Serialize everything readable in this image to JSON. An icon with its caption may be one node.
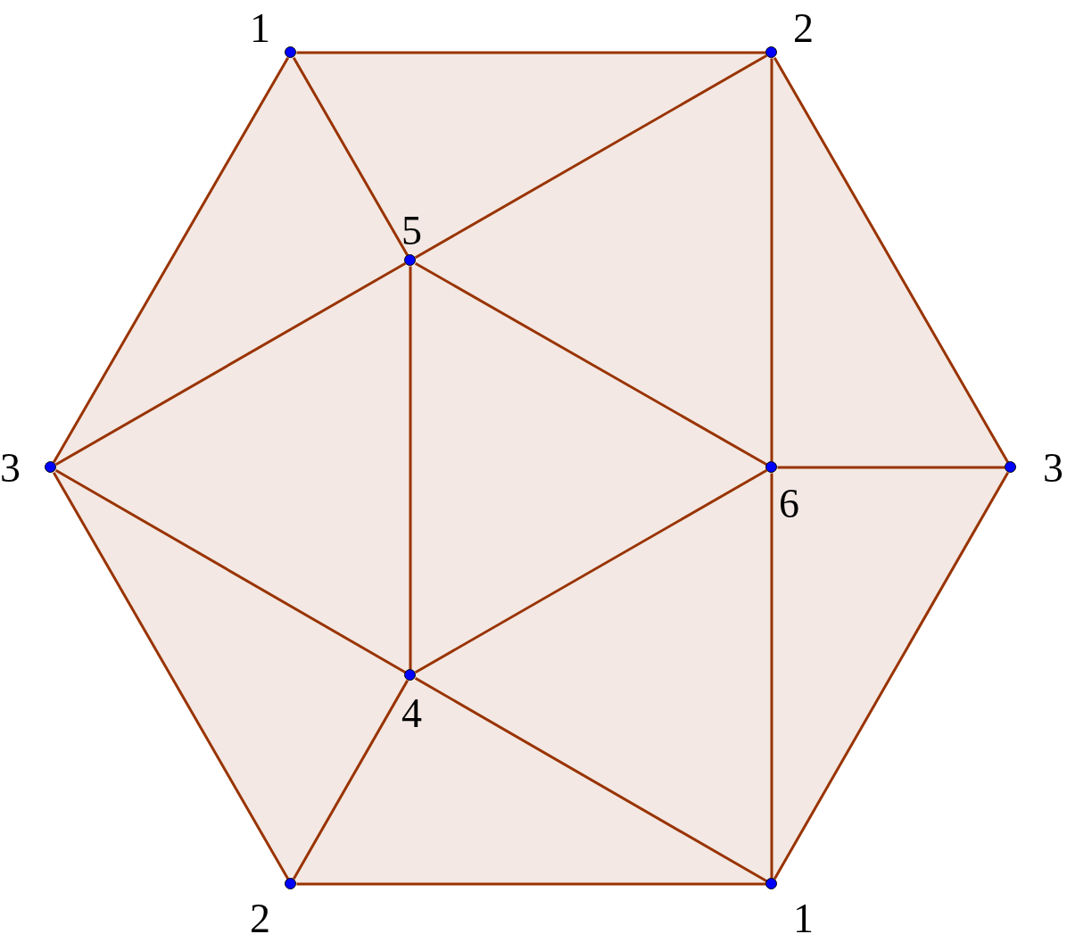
{
  "diagram": {
    "nodes": [
      {
        "text": [
          "1"
        ]
      },
      {
        "text": [
          "2"
        ]
      },
      {
        "text": [
          "3"
        ]
      },
      {
        "text": [
          "5"
        ]
      },
      {
        "text": [
          "6"
        ]
      },
      {
        "text": [
          "3"
        ]
      },
      {
        "text": [
          "4"
        ]
      },
      {
        "text": [
          "2"
        ]
      },
      {
        "text": [
          "1"
        ]
      }
    ],
    "edges": [
      {
        "from": 0,
        "to": 1,
        "arrow": "none"
      },
      {
        "from": 1,
        "to": 5,
        "arrow": "none"
      },
      {
        "from": 5,
        "to": 8,
        "arrow": "none"
      },
      {
        "from": 8,
        "to": 7,
        "arrow": "none"
      },
      {
        "from": 7,
        "to": 2,
        "arrow": "none"
      },
      {
        "from": 2,
        "to": 0,
        "arrow": "none"
      },
      {
        "from": 0,
        "to": 3,
        "arrow": "none"
      },
      {
        "from": 1,
        "to": 3,
        "arrow": "none"
      },
      {
        "from": 1,
        "to": 4,
        "arrow": "none"
      },
      {
        "from": 3,
        "to": 2,
        "arrow": "none"
      },
      {
        "from": 3,
        "to": 4,
        "arrow": "none"
      },
      {
        "from": 3,
        "to": 6,
        "arrow": "none"
      },
      {
        "from": 2,
        "to": 6,
        "arrow": "none"
      },
      {
        "from": 4,
        "to": 5,
        "arrow": "none"
      },
      {
        "from": 4,
        "to": 6,
        "arrow": "none"
      },
      {
        "from": 4,
        "to": 8,
        "arrow": "none"
      },
      {
        "from": 6,
        "to": 8,
        "arrow": "none"
      },
      {
        "from": 6,
        "to": 7,
        "arrow": "none"
      }
    ]
  }
}
